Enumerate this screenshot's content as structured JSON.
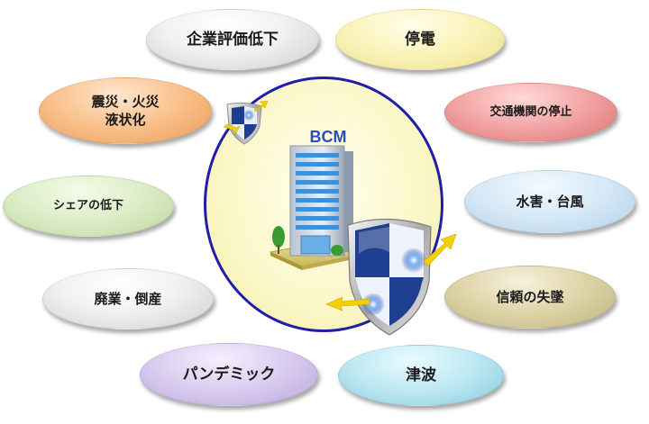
{
  "center": {
    "label": "BCM"
  },
  "risks": [
    {
      "id": "corporate-rating",
      "label": "企業評価低下"
    },
    {
      "id": "power-outage",
      "label": "停電"
    },
    {
      "id": "earthquake-fire",
      "label": "震災・火災\n液状化"
    },
    {
      "id": "transport-stop",
      "label": "交通機関の停止"
    },
    {
      "id": "share-decline",
      "label": "シェアの低下"
    },
    {
      "id": "flood-typhoon",
      "label": "水害・台風"
    },
    {
      "id": "closure-bankruptcy",
      "label": "廃業・倒産"
    },
    {
      "id": "loss-of-trust",
      "label": "信頼の失墜"
    },
    {
      "id": "pandemic",
      "label": "パンデミック"
    },
    {
      "id": "tsunami",
      "label": "津波"
    }
  ],
  "colors": {
    "circle_border": "#1f1fa6",
    "circle_fill": "#fbf7c8",
    "shield_blue": "#1e3f8f",
    "arrow_yellow": "#f5d000"
  }
}
